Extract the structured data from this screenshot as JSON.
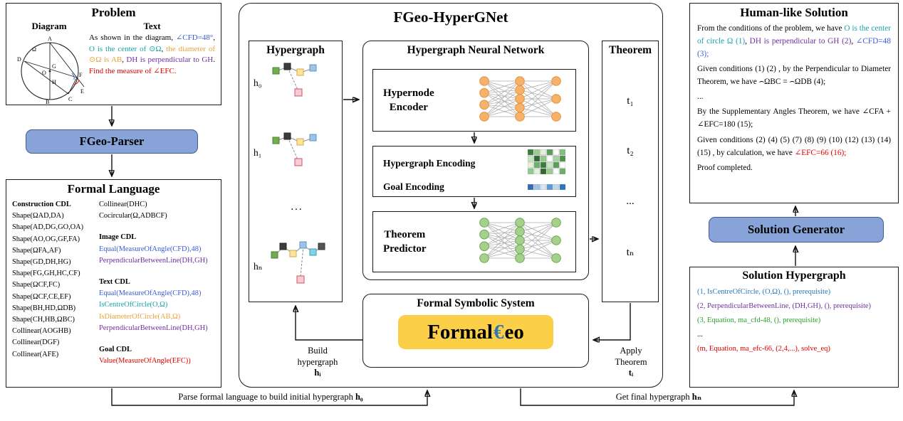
{
  "figure": {
    "title": "FGeo-HyperGNet"
  },
  "problem": {
    "title": "Problem",
    "diagram_label": "Diagram",
    "text_label": "Text",
    "diagram_points": {
      "a": "A",
      "b": "B",
      "c": "C",
      "d": "D",
      "e": "E",
      "f": "F",
      "g": "G",
      "h": "H",
      "o": "O",
      "omega": "Ω"
    },
    "text_segments": [
      {
        "text": "As shown in the diagram, ",
        "color": "#000000"
      },
      {
        "text": "∠CFD=48°",
        "color": "#3b5bd6"
      },
      {
        "text": ", ",
        "color": "#000000"
      },
      {
        "text": "O is the center of ⊙Ω",
        "color": "#18a3a8"
      },
      {
        "text": ", ",
        "color": "#000000"
      },
      {
        "text": "the diameter of ⊙Ω is AB",
        "color": "#e8a33d"
      },
      {
        "text": ", ",
        "color": "#000000"
      },
      {
        "text": "DH is perpendicular to GH",
        "color": "#7030a0"
      },
      {
        "text": ". ",
        "color": "#000000"
      },
      {
        "text": "Find the measure of ∠EFC.",
        "color": "#e00000"
      }
    ]
  },
  "parser_button": {
    "label": "FGeo-Parser"
  },
  "formal_language": {
    "title": "Formal Language",
    "col1_heading": "Construction CDL",
    "col1_items": [
      "Shape(ΩAD,DA)",
      "Shape(AD,DG,GO,OA)",
      "Shape(AO,OG,GF,FA)",
      "Shape(ΩFA,AF)",
      "Shape(GD,DH,HG)",
      "Shape(FG,GH,HC,CF)",
      "Shape(ΩCF,FC)",
      "Shape(ΩCF,CE,EF)",
      "Shape(BH,HD,ΩDB)",
      "Shape(CH,HB,ΩBC)",
      "Collinear(AOGHB)",
      "Collinear(DGF)",
      "Collinear(AFE)"
    ],
    "col2_top_items": [
      "Collinear(DHC)",
      "Cocircular(Ω,ADBCF)"
    ],
    "sections": [
      {
        "heading": "Image CDL",
        "items": [
          {
            "text": "Equal(MeasureOfAngle(CFD),48)",
            "color": "#3b5bd6"
          },
          {
            "text": "PerpendicularBetweenLine(DH,GH)",
            "color": "#7030a0"
          }
        ]
      },
      {
        "heading": "Text CDL",
        "items": [
          {
            "text": "Equal(MeasureOfAngle(CFD),48)",
            "color": "#3b5bd6"
          },
          {
            "text": "IsCentreOfCircle(O,Ω)",
            "color": "#18a3a8"
          },
          {
            "text": "IsDiameterOfCircle(AB,Ω)",
            "color": "#e8a33d"
          },
          {
            "text": "PerpendicularBetweenLine(DH,GH)",
            "color": "#7030a0"
          }
        ]
      },
      {
        "heading": "Goal CDL",
        "items": [
          {
            "text": "Value(MeasureOfAngle(EFC))",
            "color": "#e00000"
          }
        ]
      }
    ]
  },
  "hypergraph_panel": {
    "title": "Hypergraph",
    "items": [
      {
        "label": "h₀",
        "variant": "a"
      },
      {
        "label": "h₁",
        "variant": "a"
      },
      {
        "label": "...",
        "variant": "ellipsis"
      },
      {
        "label": "hₙ",
        "variant": "b"
      }
    ]
  },
  "hnn": {
    "title": "Hypergraph Neural Network",
    "encoder": {
      "line1": "Hypernode",
      "line2": "Encoder"
    },
    "encoding": {
      "row1": "Hypergraph Encoding",
      "row2": "Goal Encoding"
    },
    "predictor": {
      "line1": "Theorem",
      "line2": "Predictor"
    }
  },
  "theorem_panel": {
    "title": "Theorem",
    "items": [
      "t₁",
      "t₂",
      "...",
      "tₙ"
    ]
  },
  "fss": {
    "title": "Formal Symbolic System",
    "logo": {
      "prefix": "Formal",
      "symbol": "€",
      "suffix": "eo"
    }
  },
  "labels": {
    "build": {
      "lines": [
        "Build",
        "hypergraph"
      ],
      "sub": "hᵢ"
    },
    "apply": {
      "lines": [
        "Apply",
        "Theorem"
      ],
      "sub": "tᵢ"
    },
    "parse_bottom": [
      {
        "text": "Parse formal language to build initial hypergraph ",
        "bold": false
      },
      {
        "text": "h₀",
        "bold": true
      }
    ],
    "get_bottom": [
      {
        "text": "Get final hypergraph ",
        "bold": false
      },
      {
        "text": "hₙ",
        "bold": true
      }
    ]
  },
  "human_solution": {
    "title": "Human-like Solution",
    "paragraphs": [
      [
        {
          "text": "From the conditions of the problem, we have ",
          "color": "#000000"
        },
        {
          "text": "O is the center of circle Ω (1)",
          "color": "#18a3a8"
        },
        {
          "text": ", ",
          "color": "#000000"
        },
        {
          "text": "DH is perpendicular to GH (2)",
          "color": "#7030a0"
        },
        {
          "text": ", ",
          "color": "#000000"
        },
        {
          "text": "∠CFD=48 (3);",
          "color": "#3b5bd6"
        }
      ],
      [
        {
          "text": "Given conditions (1) (2) , by the Perpendicular to Diameter Theorem, we have ⌢ΩBC = ⌢ΩDB (4);",
          "color": "#000000"
        }
      ],
      [
        {
          "text": "...",
          "color": "#000000"
        }
      ],
      [
        {
          "text": "By the Supplementary Angles Theorem, we have ∠CFA + ∠EFC=180 (15);",
          "color": "#000000"
        }
      ],
      [
        {
          "text": "Given conditions (2) (4) (5) (7) (8) (9) (10) (12) (13) (14) (15) , by calculation, we have ",
          "color": "#000000"
        },
        {
          "text": "∠EFC=66 (16);",
          "color": "#e00000"
        }
      ],
      [
        {
          "text": "Proof completed.",
          "color": "#000000"
        }
      ]
    ]
  },
  "solution_generator": {
    "label": "Solution Generator"
  },
  "solution_hypergraph": {
    "title": "Solution Hypergraph",
    "lines": [
      {
        "text": "(1, IsCentreOfCircle, (O,Ω), (), prerequisite)",
        "color": "#2878b8"
      },
      {
        "text": "(2, PerpendicularBetweenLine, (DH,GH), (), prerequisite)",
        "color": "#7030a0"
      },
      {
        "text": "(3, Equation, ma_cfd-48, (), prerequisite)",
        "color": "#2ba02b"
      },
      {
        "text": "...",
        "color": "#000000"
      },
      {
        "text": "(m, Equation, ma_efc-66, (2,4,...), solve_eq)",
        "color": "#e00000"
      }
    ]
  },
  "colors": {
    "button_fill": "#87a3d8",
    "badge_fill": "#fbcf47",
    "logo_symbol": "#2e75b6",
    "nn_encoder_fill": "#f6b26b",
    "nn_encoder_stroke": "#e69138",
    "nn_predictor_fill": "#a8d08d",
    "nn_predictor_stroke": "#6aa84f"
  },
  "icons": {
    "heatmap_colors": [
      "#3a7d3a",
      "#9ccc8f",
      "#e2f0dc",
      "#57a05a",
      "#ffffff",
      "#7fbf7f",
      "#c8e6c0",
      "#2f6b2f",
      "#8fcb8a",
      "#ffffff",
      "#a5d6a0",
      "#4c934c",
      "#e2f0dc",
      "#6ab06a",
      "#3a7d3a",
      "#c8e6c0",
      "#57a05a",
      "#ffffff",
      "#8fcb8a",
      "#e2f0dc",
      "#2f6b2f",
      "#9ccc8f",
      "#ffffff",
      "#6ab06a"
    ],
    "goal_strip_colors": [
      "#2e6db4",
      "#9dc3e6",
      "#d6e4f4",
      "#5b9bd5",
      "#bdd7ee",
      "#2e75b6"
    ]
  }
}
